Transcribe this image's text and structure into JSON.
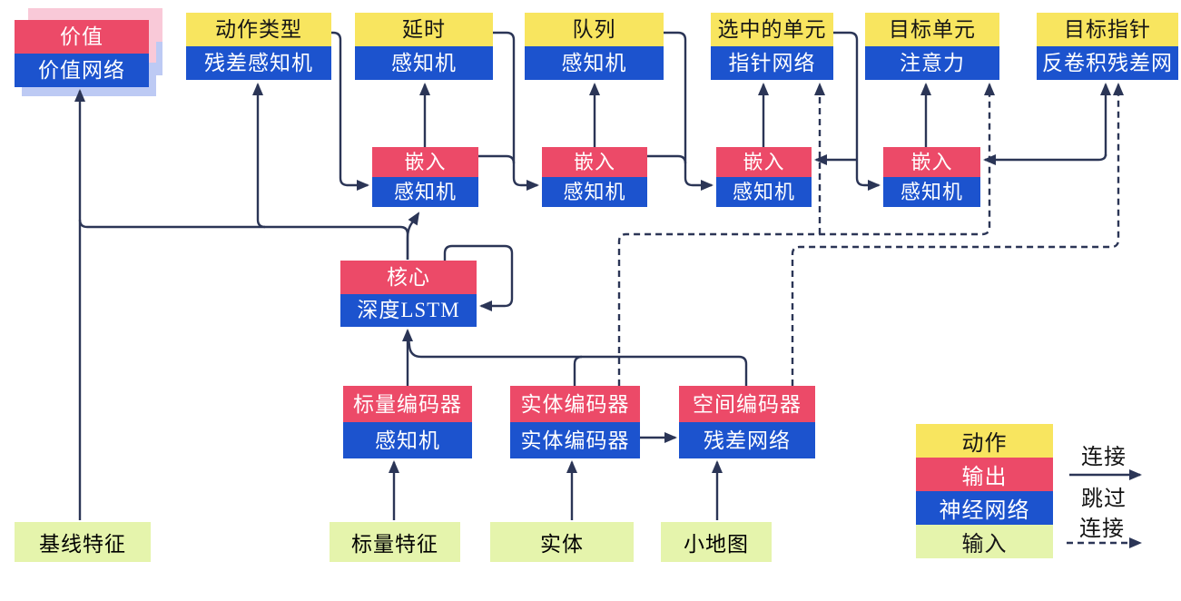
{
  "diagram": {
    "colors": {
      "yellow": "#F8E55F",
      "red": "#EC4A68",
      "blue": "#1C53CE",
      "green": "#E5F4AC",
      "line": "#2B3556",
      "ghostPink": "#F9C9D8",
      "ghostBlue": "#BDCAF4"
    },
    "heads": [
      {
        "action": "价值",
        "network": "价值网络"
      },
      {
        "action": "动作类型",
        "network": "残差感知机"
      },
      {
        "action": "延时",
        "network": "感知机"
      },
      {
        "action": "队列",
        "network": "感知机"
      },
      {
        "action": "选中的单元",
        "network": "指针网络"
      },
      {
        "action": "目标单元",
        "network": "注意力"
      },
      {
        "action": "目标指针",
        "network": "反卷积残差网"
      }
    ],
    "embeds": [
      {
        "top": "嵌入",
        "bottom": "感知机"
      },
      {
        "top": "嵌入",
        "bottom": "感知机"
      },
      {
        "top": "嵌入",
        "bottom": "感知机"
      },
      {
        "top": "嵌入",
        "bottom": "感知机"
      }
    ],
    "core": {
      "top": "核心",
      "bottom": "深度LSTM"
    },
    "encoders": [
      {
        "top": "标量编码器",
        "bottom": "感知机"
      },
      {
        "top": "实体编码器",
        "bottom": "实体编码器"
      },
      {
        "top": "空间编码器",
        "bottom": "残差网络"
      }
    ],
    "inputs": [
      "基线特征",
      "标量特征",
      "实体",
      "小地图"
    ],
    "legend": {
      "items": [
        "动作",
        "输出",
        "神经网络",
        "输入"
      ],
      "solid_label": "连接",
      "skip_label_line1": "跳过",
      "skip_label_line2": "连接"
    }
  }
}
